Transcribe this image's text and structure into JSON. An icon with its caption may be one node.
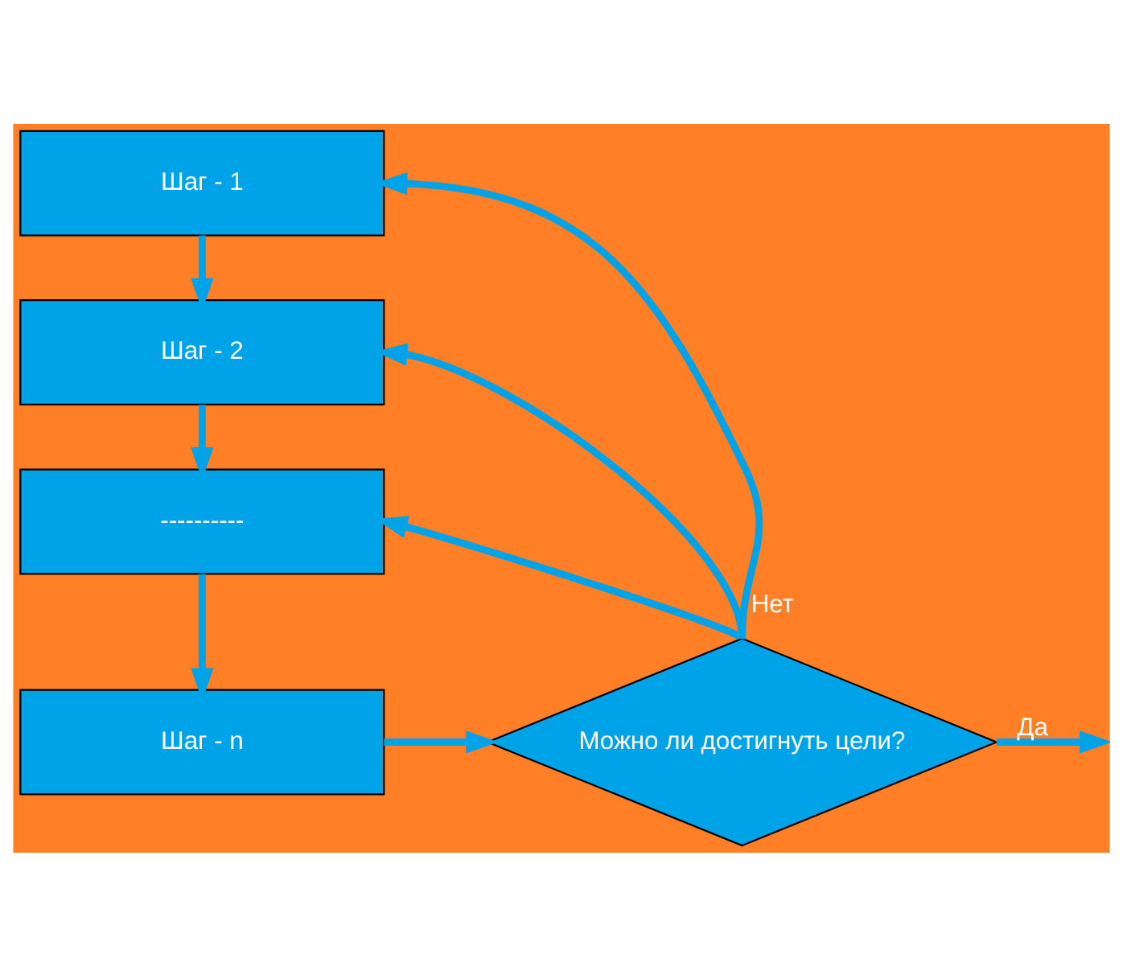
{
  "diagram": {
    "nodes": [
      {
        "text": [
          "Шаг - 1"
        ]
      },
      {
        "text": [
          "Шаг - 2"
        ]
      },
      {
        "text": [
          "----------"
        ]
      },
      {
        "text": [
          "Шаг - n"
        ]
      },
      {
        "text": [
          "Можно ли достигнуть цели?"
        ]
      }
    ],
    "edges": [
      {
        "from": 0,
        "to": 1,
        "arrow": "to"
      },
      {
        "from": 1,
        "to": 2,
        "arrow": "to"
      },
      {
        "from": 2,
        "to": 3,
        "arrow": "to"
      },
      {
        "from": 3,
        "to": 4,
        "arrow": "to"
      },
      {
        "from": 4,
        "to": 0,
        "arrow": "to",
        "label": "Нет"
      },
      {
        "from": 4,
        "to": 1,
        "arrow": "to"
      },
      {
        "from": 4,
        "to": 2,
        "arrow": "to"
      },
      {
        "from": 4,
        "to": null,
        "arrow": "to",
        "label": "Да"
      }
    ]
  }
}
